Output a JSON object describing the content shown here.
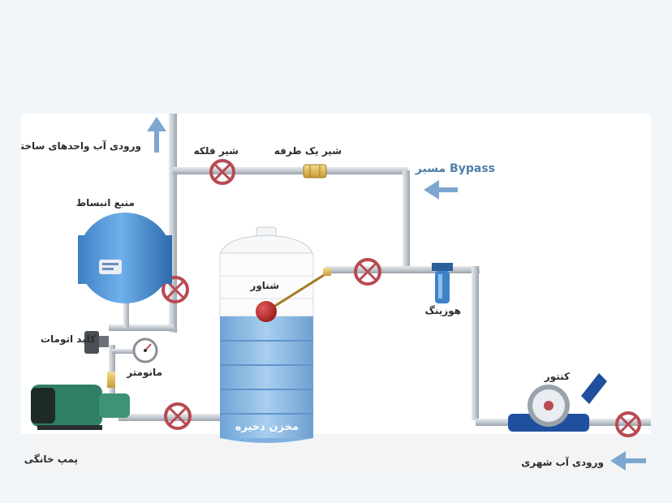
{
  "labels": {
    "building_inlet": "ورودی آب واحدهای ساختمانی",
    "gate_valve": "شیر فلکه",
    "check_valve": "شیر یک طرفه",
    "bypass": "مسیر Bypass",
    "expansion_tank": "منبع انبساط",
    "float_valve": "شناور",
    "housing": "هوزینگ",
    "auto_switch": "کلید اتومات",
    "manometer": "مانومتر",
    "meter": "کنتور",
    "storage_tank": "مخزن ذخیره",
    "home_pump": "پمپ خانگی",
    "city_inlet": "ورودی آب شهری"
  },
  "colors": {
    "pipe": "#c9ced4",
    "valve": "#b84a52",
    "tank_blue": "#5b9ad6",
    "water": "#8fbde6",
    "pump_green": "#2f7f63",
    "arrow": "#7ea7cf"
  },
  "icons": [
    "up-arrow-icon",
    "left-arrow-icon",
    "valve-icon",
    "gauge-icon"
  ]
}
